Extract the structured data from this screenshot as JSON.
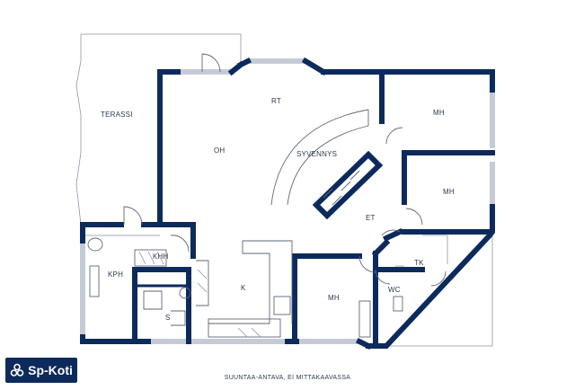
{
  "rooms": {
    "terassi": "TERASSI",
    "rt": "RT",
    "oh": "OH",
    "syvennys": "SYVENNYS",
    "mh1": "MH",
    "mh2": "MH",
    "mh3": "MH",
    "et": "ET",
    "khh": "KHH",
    "kph": "KPH",
    "k": "K",
    "s": "S",
    "tk": "TK",
    "wc": "WC"
  },
  "caption": "SUUNTAA-ANTAVA, EI MITTAKAAVASSA",
  "brand": {
    "name": "Sp-Koti",
    "color": "#0d2a5c",
    "logo_icon": "sp-koti-logo-icon"
  }
}
